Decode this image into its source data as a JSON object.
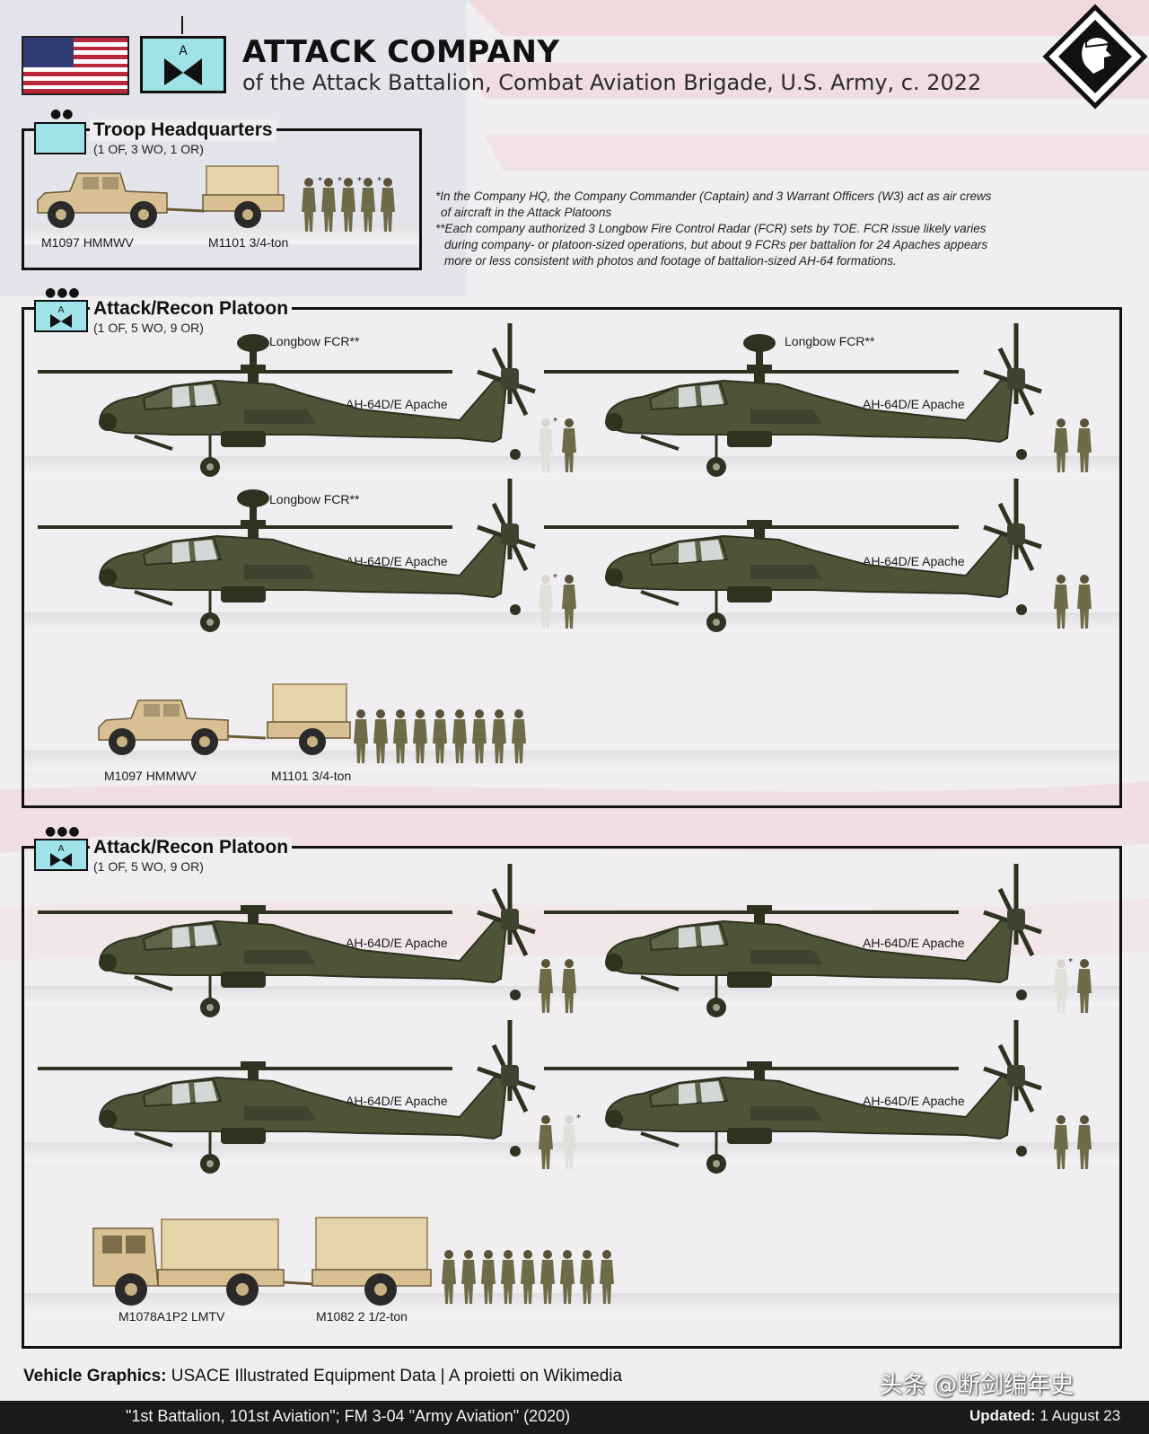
{
  "header": {
    "title": "ATTACK COMPANY",
    "subtitle": "of the Attack Battalion, Combat Aviation Brigade, U.S. Army, c. 2022",
    "unit_letter": "A",
    "echelon_mark": "I"
  },
  "hq": {
    "symbol_letter": "",
    "echelon_mark": "●●",
    "title": "Troop Headquarters",
    "strength": "(1 OF, 3 WO, 1 OR)",
    "vehicle_label": "M1097 HMMWV",
    "trailer_label": "M1101 3/4-ton"
  },
  "notes": {
    "note1_line1": "*In the Company HQ, the Company Commander (Captain) and 3 Warrant Officers (W3) act as air crews",
    "note1_line2": "of aircraft in the Attack Platoons",
    "note2_line1": "**Each company authorized 3 Longbow Fire Control Radar (FCR) sets by TOE. FCR issue likely varies",
    "note2_line2": "during company- or platoon-sized operations, but about 9 FCRs per battalion for 24 Apaches appears",
    "note2_line3": "more or less consistent with photos and footage of battalion-sized AH-64 formations."
  },
  "platoon1": {
    "symbol_letter": "A",
    "echelon_mark": "●●●",
    "title": "Attack/Recon Platoon",
    "strength": "(1 OF, 5 WO, 9 OR)",
    "heli_label": "AH-64D/E Apache",
    "fcr_label": "Longbow FCR**",
    "vehicle_label": "M1097 HMMWV",
    "trailer_label": "M1101 3/4-ton"
  },
  "platoon2": {
    "symbol_letter": "A",
    "echelon_mark": "●●●",
    "title": "Attack/Recon Platoon",
    "strength": "(1 OF, 5 WO, 9 OR)",
    "heli_label": "AH-64D/E Apache",
    "vehicle_label": "M1078A1P2 LMTV",
    "trailer_label": "M1082 2 1/2-ton"
  },
  "footer": {
    "credit_label": "Vehicle Graphics:",
    "credit_text": "USACE Illustrated Equipment Data  |  A proietti on Wikimedia",
    "sources": "\"1st Battalion, 101st Aviation\"; FM 3-04 \"Army Aviation\" (2020)",
    "updated_label": "Updated:",
    "updated_value": "1 August 23",
    "watermark": "头条 @断剑编年史"
  },
  "colors": {
    "heli_green": "#4d5437",
    "heli_dark": "#2e321f",
    "tan": "#d9c092",
    "canvas": "#e6d4aa",
    "symbol_cyan": "#9fe3e8",
    "flag_red": "#b8283a",
    "flag_blue": "#2f3b73"
  }
}
